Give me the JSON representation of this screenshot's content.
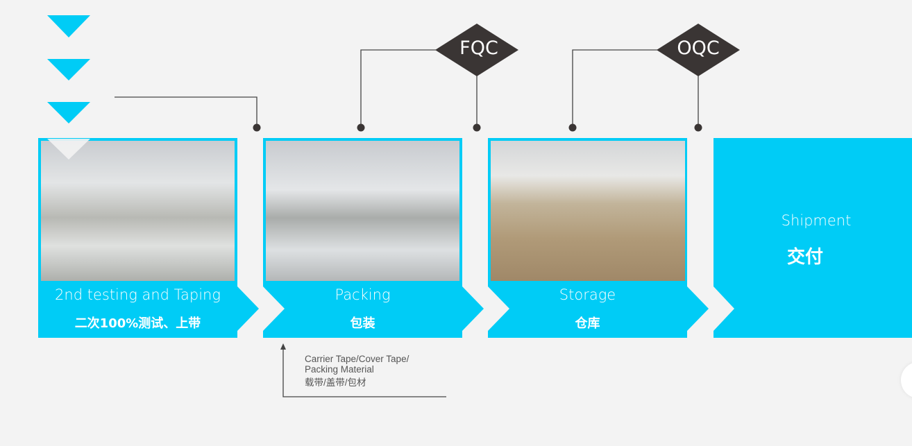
{
  "colors": {
    "accent": "#00ccf6",
    "diamond": "#3a3534",
    "line": "#444444"
  },
  "qc": {
    "fqc": "FQC",
    "oqc": "OQC"
  },
  "steps": [
    {
      "en": "2nd testing and Taping",
      "zh": "二次100%测试、上带",
      "photo": "testing-taping-workshop-photo"
    },
    {
      "en": "Packing",
      "zh": "包装",
      "photo": "packing-workshop-photo"
    },
    {
      "en": "Storage",
      "zh": "仓库",
      "photo": "warehouse-photo"
    },
    {
      "en": "Shipment",
      "zh": "交付"
    }
  ],
  "materials": {
    "line1": "Carrier Tape/Cover Tape/",
    "line2": "Packing Material",
    "line3": "载带/盖带/包材"
  }
}
